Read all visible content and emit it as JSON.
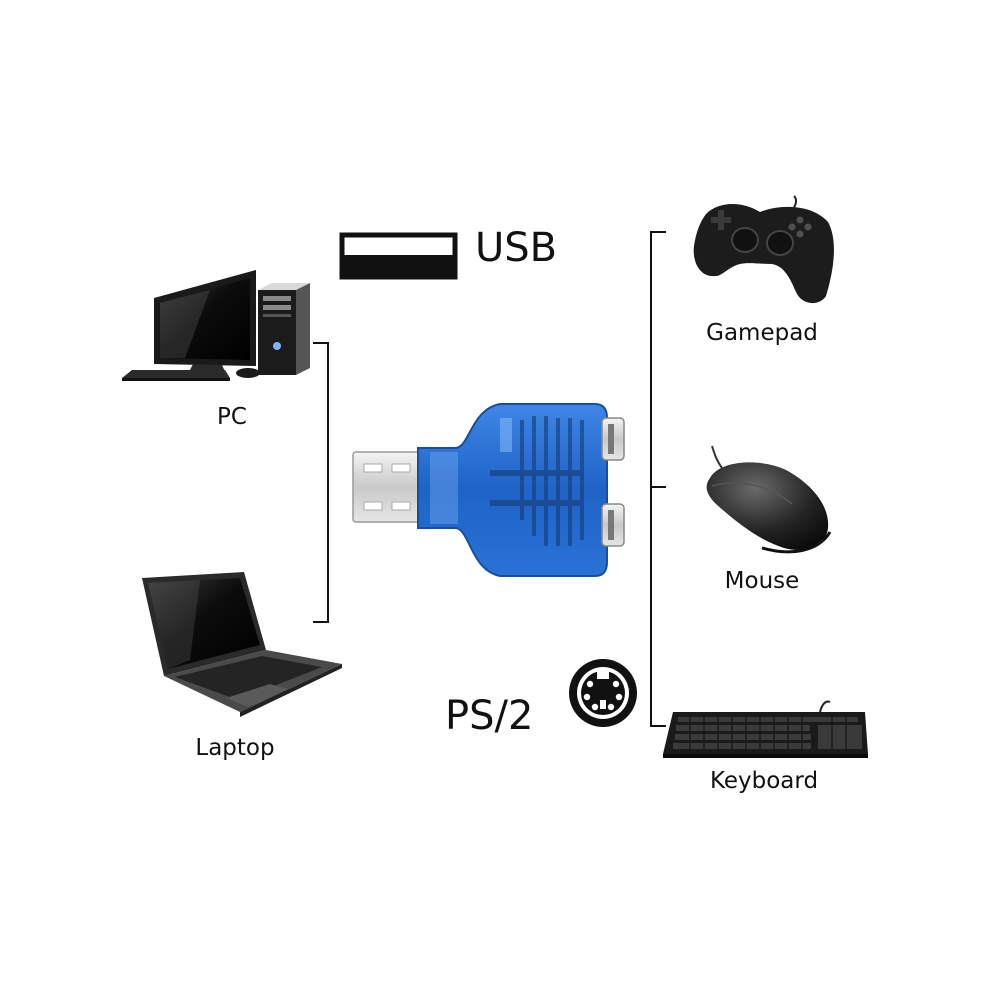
{
  "labels": {
    "usb": "USB",
    "ps2": "PS/2",
    "pc": "PC",
    "laptop": "Laptop",
    "gamepad": "Gamepad",
    "mouse": "Mouse",
    "keyboard": "Keyboard"
  },
  "colors": {
    "adapter_blue": "#1f63c7",
    "line": "#111111",
    "background": "#ffffff"
  },
  "icons": {
    "usb": "usb-port-icon",
    "ps2": "ps2-port-icon",
    "pc": "desktop-computer-icon",
    "laptop": "laptop-icon",
    "gamepad": "gamepad-icon",
    "mouse": "mouse-icon",
    "keyboard": "keyboard-icon",
    "adapter": "usb-to-ps2-adapter-icon"
  }
}
